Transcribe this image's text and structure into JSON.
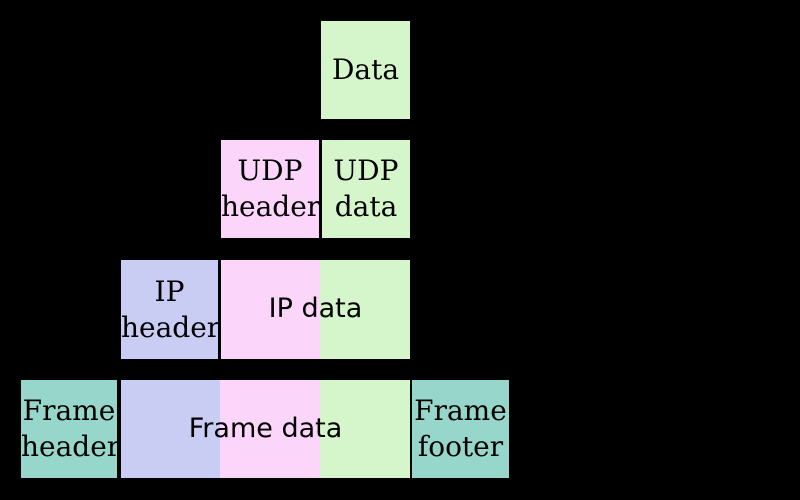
{
  "colors": {
    "background": "#000000",
    "label_text": "#000000",
    "box_green": "#d5f5ca",
    "box_pink": "#fcd5fa",
    "box_lavender": "#cacdf3",
    "box_teal": "#97d7cb"
  },
  "layers": {
    "application": {
      "data_label": "Data"
    },
    "transport": {
      "udp_header_label": "UDP header",
      "udp_data_label": "UDP data"
    },
    "internet": {
      "ip_header_label": "IP header",
      "ip_data_label": "IP data"
    },
    "link": {
      "frame_header_label": "Frame header",
      "frame_data_label": "Frame data",
      "frame_footer_label": "Frame footer"
    }
  }
}
